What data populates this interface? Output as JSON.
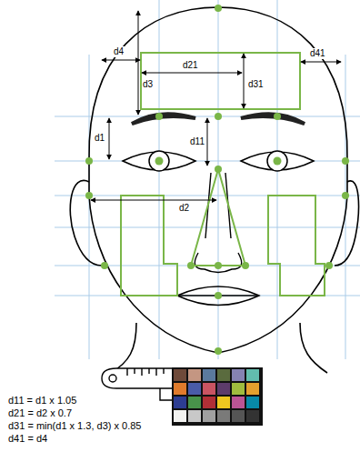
{
  "diagram": {
    "labels": [
      "d4",
      "d21",
      "d3",
      "d31",
      "d41",
      "d1",
      "d11",
      "d2",
      "d11 = d1 x 1.05",
      "d21 = d2 x 0.7",
      "d31 = min(d1 x 1.3, d3) x 0.85",
      "d41 = d4"
    ]
  }
}
